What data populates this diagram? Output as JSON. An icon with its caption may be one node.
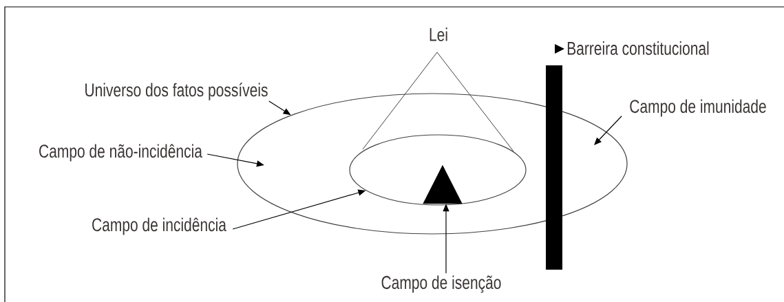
{
  "diagram": {
    "nodes": [
      {
        "text": [],
        "shape": "ellipse"
      },
      {
        "text": [
          "Lei"
        ]
      },
      {
        "text": [],
        "shape": "ellipse",
        "in": 0
      },
      {
        "text": [],
        "shape": "triangle",
        "in": 2
      },
      {
        "text": [
          "Barreira constitucional"
        ]
      },
      {
        "text": [
          "Universo dos fatos possíveis"
        ]
      },
      {
        "text": [
          "Campo de não-incidência"
        ]
      },
      {
        "text": [
          "Campo de incidência"
        ]
      },
      {
        "text": [
          "Campo de isenção"
        ]
      },
      {
        "text": [
          "Campo de imunidade"
        ]
      }
    ],
    "edges": [
      {
        "from": 5,
        "to": 0,
        "arrow": "to"
      },
      {
        "from": 6,
        "to": null,
        "arrow": "to"
      },
      {
        "from": 7,
        "to": 2,
        "arrow": "to"
      },
      {
        "from": 8,
        "to": 3,
        "arrow": "to"
      },
      {
        "from": 9,
        "to": 0,
        "arrow": "to"
      }
    ]
  }
}
